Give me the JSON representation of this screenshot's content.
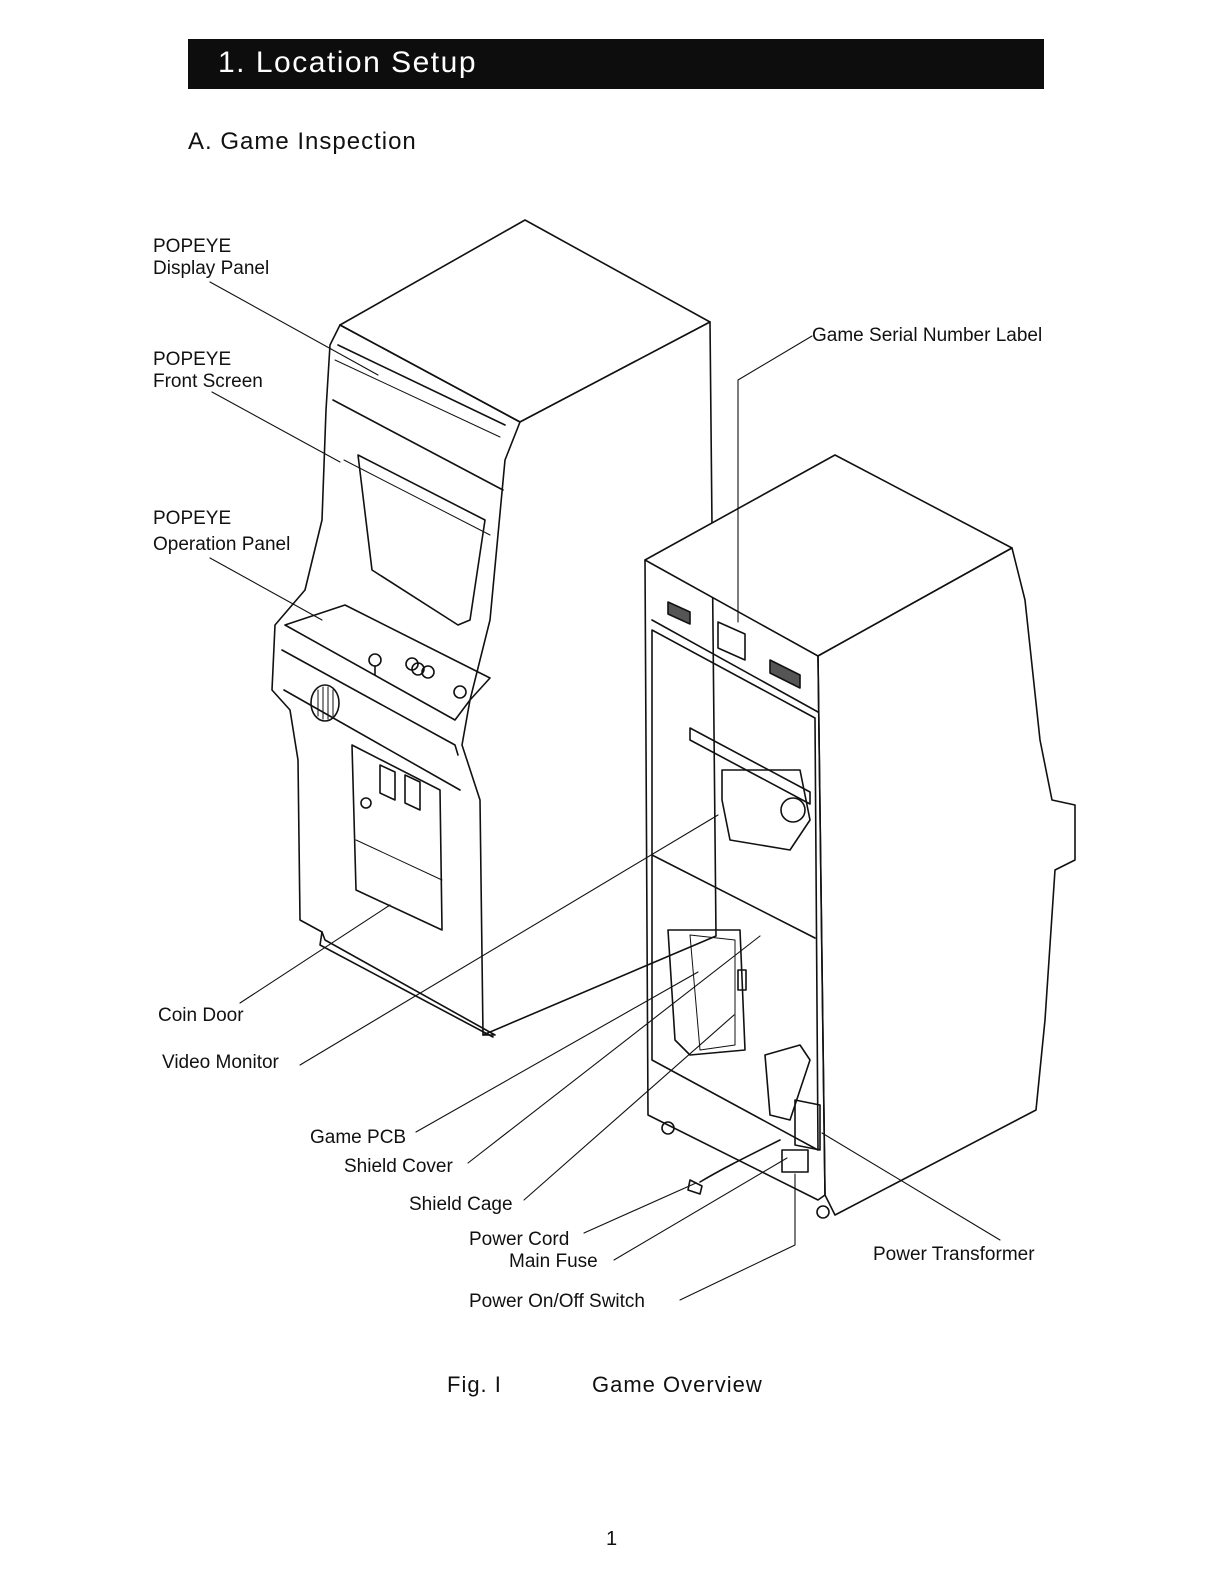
{
  "header": {
    "title": "1. Location Setup"
  },
  "section": {
    "heading": "A. Game Inspection"
  },
  "labels": {
    "display_panel_brand": "POPEYE",
    "display_panel": "Display Panel",
    "front_screen_brand": "POPEYE",
    "front_screen": "Front Screen",
    "operation_panel_brand": "POPEYE",
    "operation_panel": "Operation Panel",
    "serial_label": "Game Serial Number Label",
    "coin_door": "Coin Door",
    "video_monitor": "Video Monitor",
    "game_pcb": "Game PCB",
    "shield_cover": "Shield Cover",
    "shield_cage": "Shield Cage",
    "power_cord": "Power Cord",
    "main_fuse": "Main Fuse",
    "power_switch": "Power On/Off Switch",
    "power_transformer": "Power Transformer"
  },
  "figure": {
    "number": "Fig. I",
    "title": "Game Overview"
  },
  "page": {
    "number": "1"
  }
}
